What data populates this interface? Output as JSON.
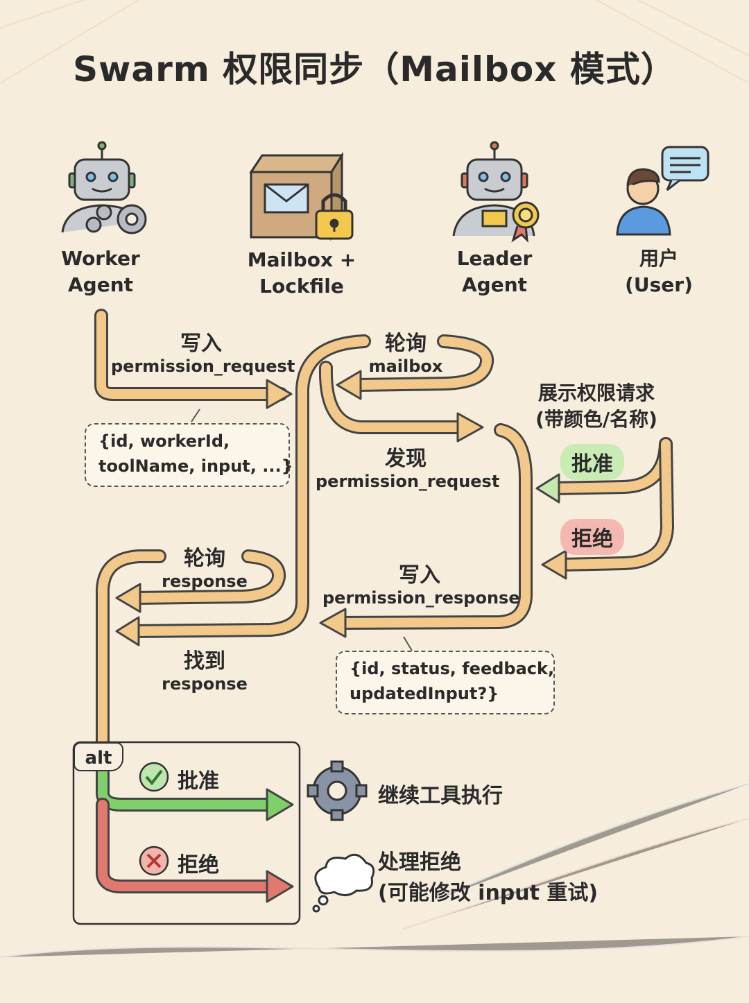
{
  "title": "Swarm 权限同步（Mailbox 模式）",
  "actors": [
    {
      "line1": "Worker",
      "line2": "Agent",
      "icon": "worker-robot-icon"
    },
    {
      "line1": "Mailbox +",
      "line2": "Lockfile",
      "icon": "mailbox-lock-icon"
    },
    {
      "line1": "Leader",
      "line2": "Agent",
      "icon": "leader-robot-icon"
    },
    {
      "line1": "用户",
      "line2": "(User)",
      "icon": "user-icon"
    }
  ],
  "messages": {
    "write_request": {
      "cn": "写入",
      "en": "permission_request"
    },
    "poll_mailbox": {
      "cn": "轮询",
      "en": "mailbox"
    },
    "discover_request": {
      "cn": "发现",
      "en": "permission_request"
    },
    "show_request": {
      "line1": "展示权限请求",
      "line2": "(带颜色/名称)"
    },
    "approve": "批准",
    "reject": "拒绝",
    "poll_response": {
      "cn": "轮询",
      "en": "response"
    },
    "write_response": {
      "cn": "写入",
      "en": "permission_response"
    },
    "found_response": {
      "cn": "找到",
      "en": "response"
    }
  },
  "notes": {
    "request_payload": {
      "line1": "{id, workerId,",
      "line2": "toolName, input, ...}"
    },
    "response_payload": {
      "line1": "{id, status, feedback,",
      "line2": "updatedInput?}"
    }
  },
  "alt": {
    "tag": "alt",
    "approve_label": "批准",
    "reject_label": "拒绝",
    "approve_result": "继续工具执行",
    "reject_result_line1": "处理拒绝",
    "reject_result_line2": "(可能修改 input 重试)"
  },
  "colors": {
    "background": "#f6eddd",
    "arrow": "#f2c98a",
    "approve": "#7fcf6a",
    "reject": "#e07a6e",
    "outline": "#333333"
  }
}
